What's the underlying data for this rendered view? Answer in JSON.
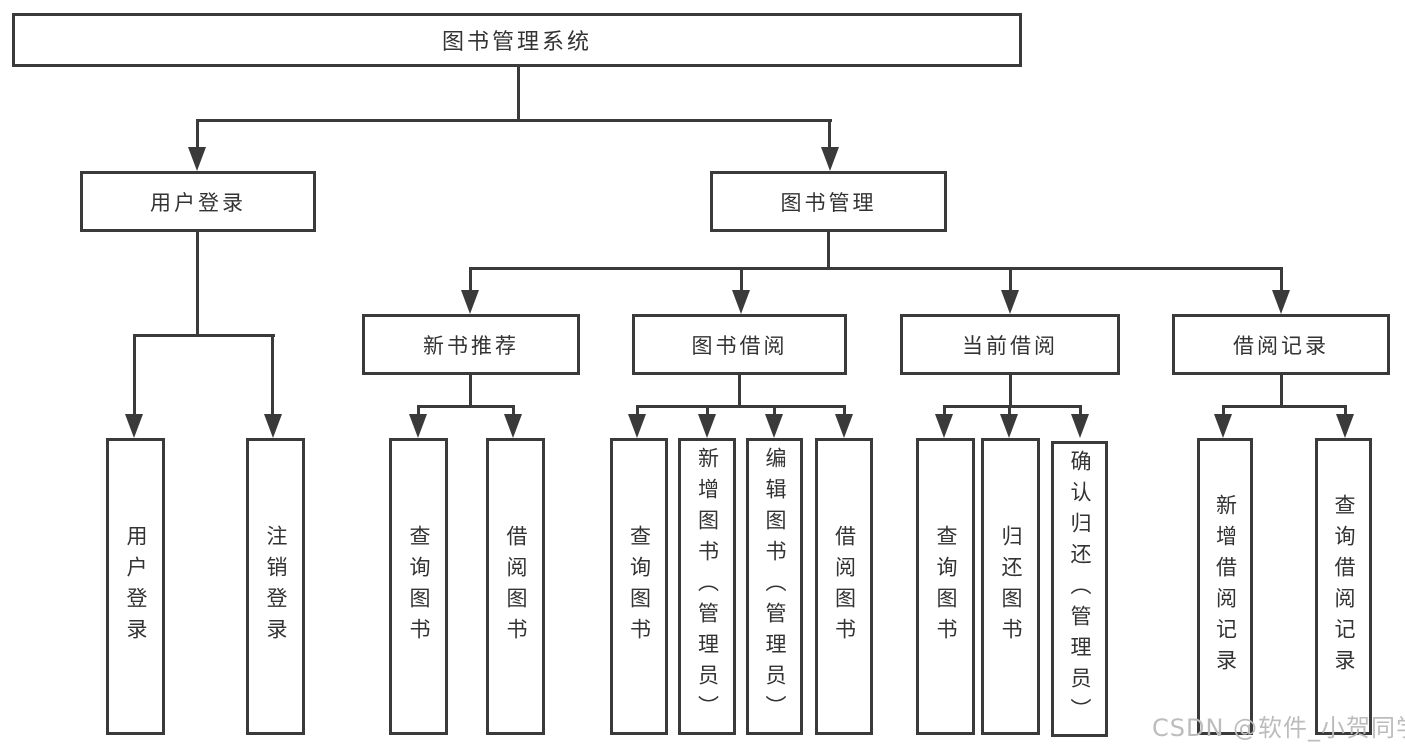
{
  "diagram_title": "图书管理系统",
  "tree": {
    "label": "图书管理系统",
    "children": [
      {
        "label": "用户登录",
        "children": [
          {
            "label": "用户登录"
          },
          {
            "label": "注销登录"
          }
        ]
      },
      {
        "label": "图书管理",
        "children": [
          {
            "label": "新书推荐",
            "children": [
              {
                "label": "查询图书"
              },
              {
                "label": "借阅图书"
              }
            ]
          },
          {
            "label": "图书借阅",
            "children": [
              {
                "label": "查询图书"
              },
              {
                "label": "新增图书（管理员）"
              },
              {
                "label": "编辑图书（管理员）"
              },
              {
                "label": "借阅图书"
              }
            ]
          },
          {
            "label": "当前借阅",
            "children": [
              {
                "label": "查询图书"
              },
              {
                "label": "归还图书"
              },
              {
                "label": "确认归还（管理员）"
              }
            ]
          },
          {
            "label": "借阅记录",
            "children": [
              {
                "label": "新增借阅记录"
              },
              {
                "label": "查询借阅记录"
              }
            ]
          }
        ]
      }
    ]
  },
  "watermark": {
    "text": "CSDN @软件_小贺同学"
  },
  "colors": {
    "line": "#3a3a3a",
    "node_text": "#333333",
    "watermark": "#bcbcbc",
    "background": "#ffffff"
  }
}
